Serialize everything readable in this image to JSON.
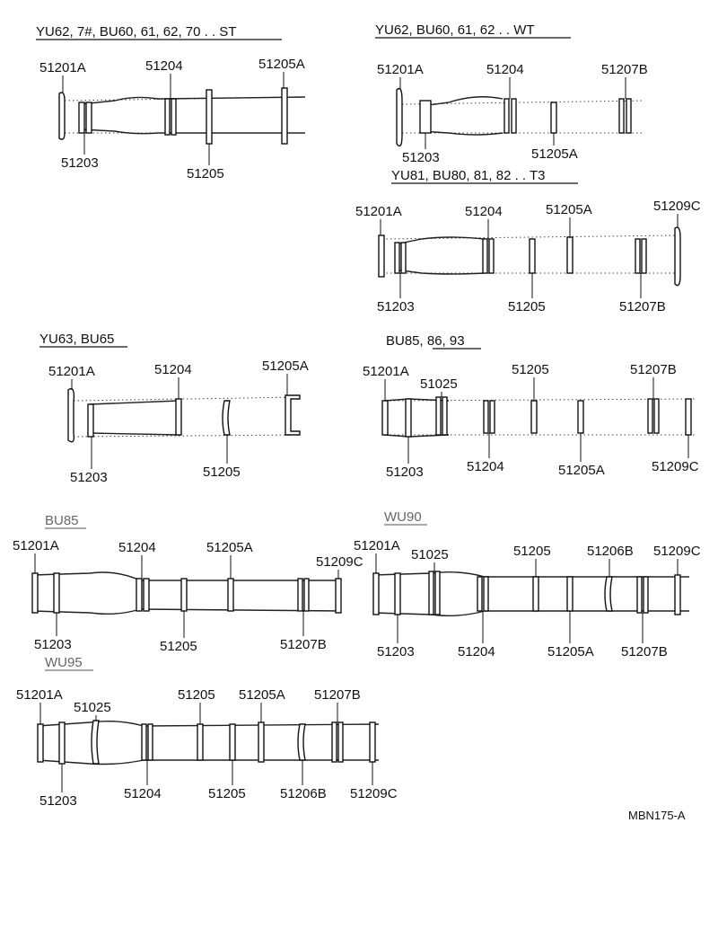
{
  "sections": [
    {
      "title": "YU62, 7#, BU60, 61, 62, 70 . . ST",
      "labels": [
        "51201A",
        "51204",
        "51205A",
        "51203",
        "51205"
      ]
    },
    {
      "title": "YU62, BU60, 61, 62 . . WT",
      "labels": [
        "51201A",
        "51204",
        "51207B",
        "51203",
        "51205A"
      ]
    },
    {
      "title": "YU81, BU80, 81, 82 . . T3",
      "labels": [
        "51201A",
        "51204",
        "51205A",
        "51209C",
        "51203",
        "51205",
        "51207B"
      ]
    },
    {
      "title": "YU63, BU65",
      "labels": [
        "51201A",
        "51204",
        "51205A",
        "51203",
        "51205"
      ]
    },
    {
      "title": "BU85, 86, 93",
      "labels": [
        "51201A",
        "51025",
        "51205",
        "51207B",
        "51203",
        "51204",
        "51205A",
        "51209C"
      ]
    },
    {
      "title": "BU85",
      "labels": [
        "51201A",
        "51204",
        "51205A",
        "51209C",
        "51203",
        "51205",
        "51207B"
      ]
    },
    {
      "title": "WU90",
      "labels": [
        "51201A",
        "51025",
        "51205",
        "51206B",
        "51209C",
        "51203",
        "51204",
        "51205A",
        "51207B"
      ]
    },
    {
      "title": "WU95",
      "labels": [
        "51201A",
        "51025",
        "51205",
        "51205A",
        "51207B",
        "51203",
        "51204",
        "51205",
        "51206B",
        "51209C"
      ]
    }
  ],
  "figure_code": "MBN175-A"
}
